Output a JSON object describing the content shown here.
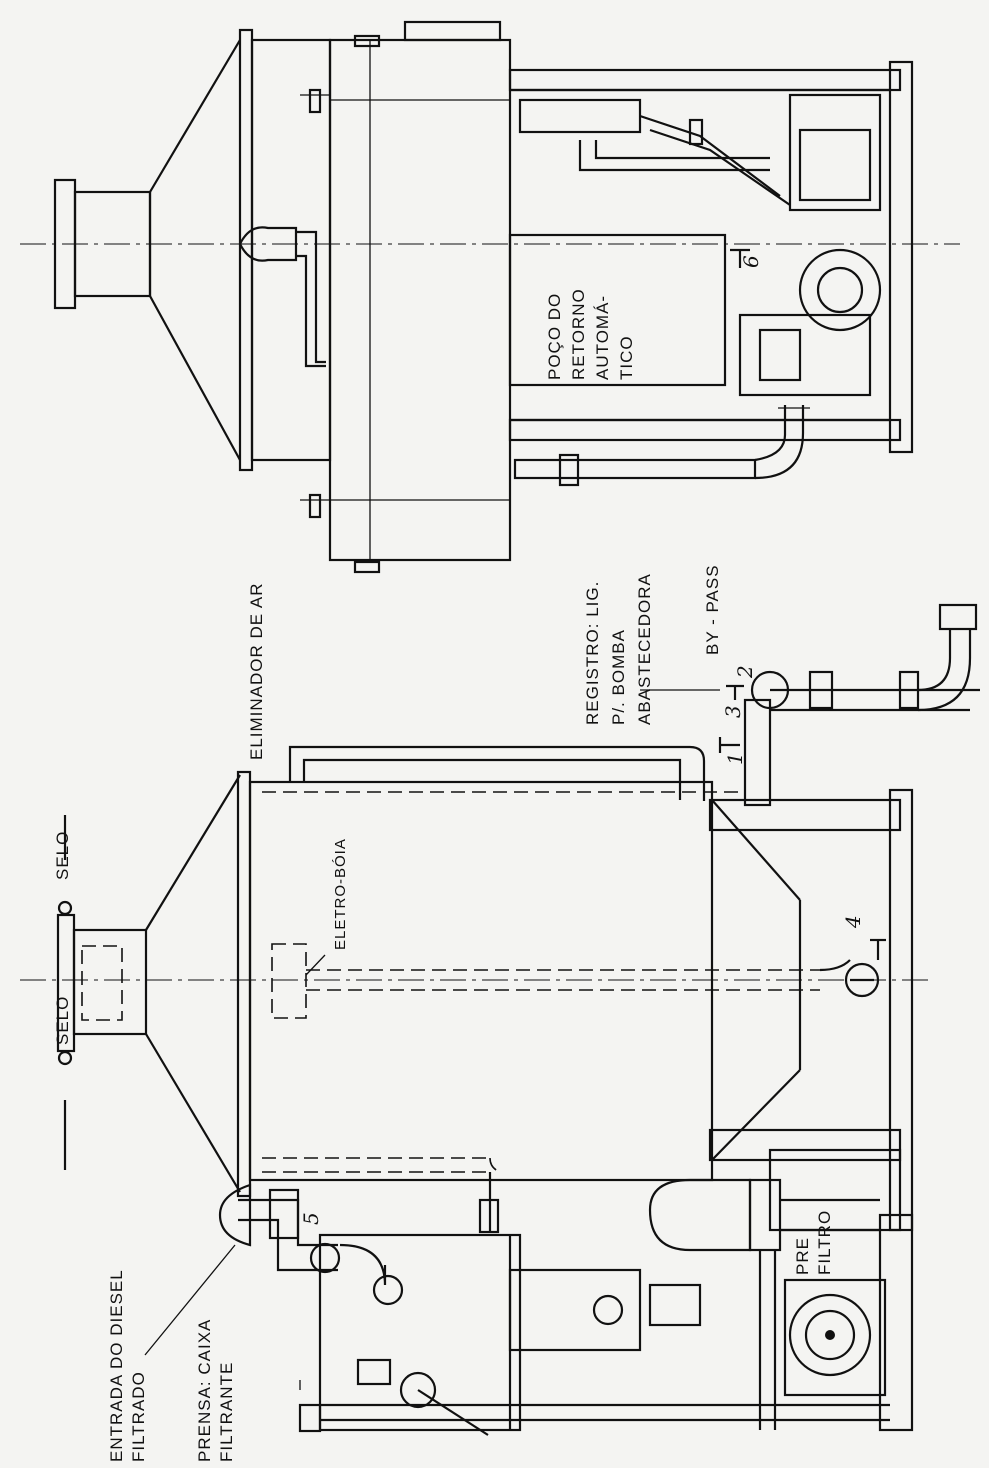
{
  "labels": {
    "eliminador_de_ar": "ELIMINADOR DE AR",
    "poco_line1": "POÇO DO",
    "poco_line2": "RETORNO",
    "poco_line3": "AUTOMÁ-",
    "poco_line4": "TICO",
    "registro_line1": "REGISTRO: LIG.",
    "registro_line2": "P/. BOMBA",
    "registro_line3": "ABASTECEDORA",
    "by_pass": "BY - PASS",
    "selo_top": "SELO",
    "selo_bottom": "SELO",
    "eletro_boia": "ELETRO-BÓIA",
    "entrada_line1": "ENTRADA DO DIESEL",
    "entrada_line2": "FILTRADO",
    "prensa_line1": "PRENSA: CAIXA",
    "prensa_line2": "FILTRANTE",
    "pre_filtro_line1": "PRE",
    "pre_filtro_line2": "FILTRO"
  },
  "valve_numbers": {
    "v1": "1",
    "v2": "2",
    "v3": "3",
    "v4": "4",
    "v5": "5",
    "v6": "6"
  }
}
